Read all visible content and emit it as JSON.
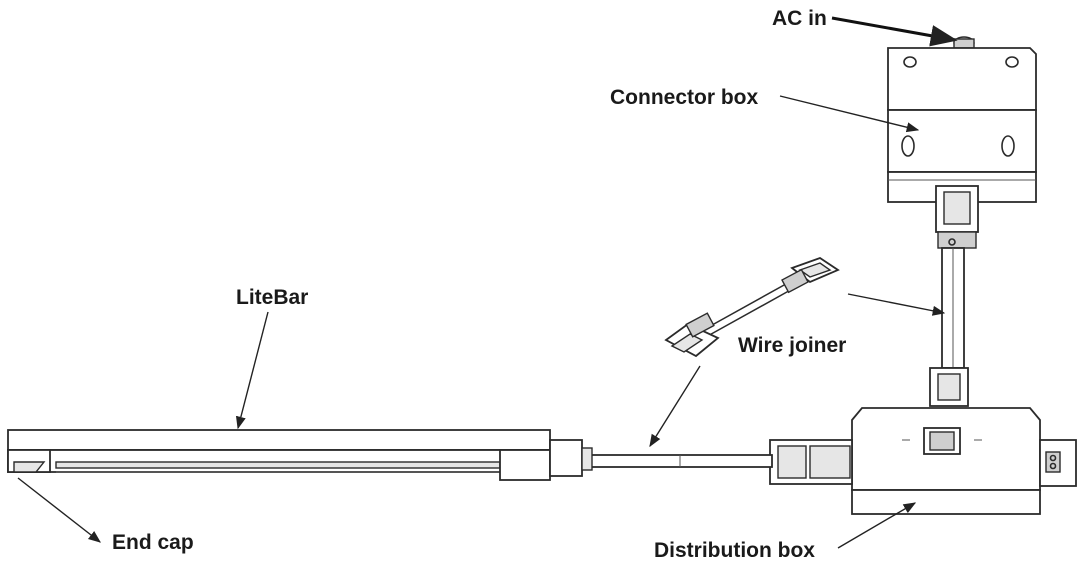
{
  "labels": {
    "ac_in": "AC in",
    "connector_box": "Connector box",
    "litebar": "LiteBar",
    "wire_joiner": "Wire joiner",
    "end_cap": "End cap",
    "distribution_box": "Distribution box"
  }
}
